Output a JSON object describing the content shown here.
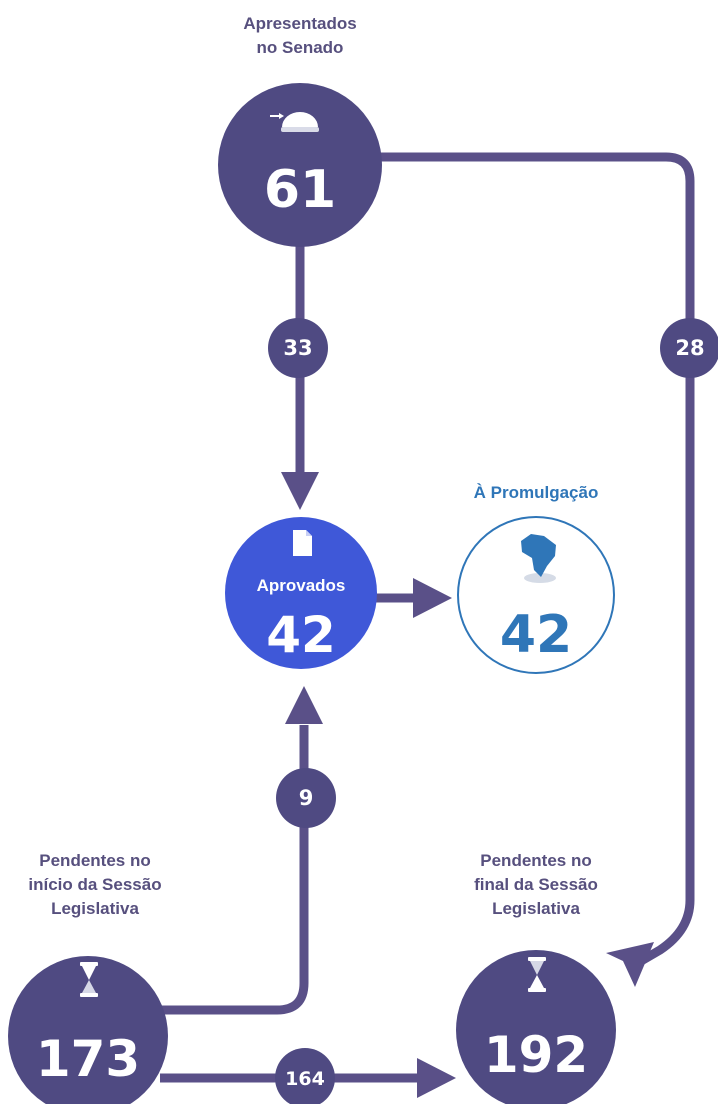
{
  "colors": {
    "flow": "#5a5088",
    "node": "#4f4a82",
    "approved": "#3f58d8",
    "promulgation": "#2f76b8",
    "label": "#57507e"
  },
  "nodes": {
    "presented": {
      "label_line1": "Apresentados",
      "label_line2": "no Senado",
      "value": "61",
      "icon": "gavel-icon"
    },
    "approved": {
      "label": "Aprovados",
      "value": "42",
      "icon": "document-icon"
    },
    "promulgation": {
      "label": "À Promulgação",
      "value": "42",
      "icon": "brazil-map-icon"
    },
    "pending_start": {
      "label_line1": "Pendentes no",
      "label_line2": "início da Sessão",
      "label_line3": "Legislativa",
      "value": "173",
      "icon": "hourglass-icon"
    },
    "pending_end": {
      "label_line1": "Pendentes no",
      "label_line2": "final da Sessão",
      "label_line3": "Legislativa",
      "value": "192",
      "icon": "hourglass-icon"
    }
  },
  "flows": {
    "presented_to_approved": "33",
    "presented_to_pending_end": "28",
    "pending_start_to_approved": "9",
    "pending_start_to_pending_end": "164"
  }
}
